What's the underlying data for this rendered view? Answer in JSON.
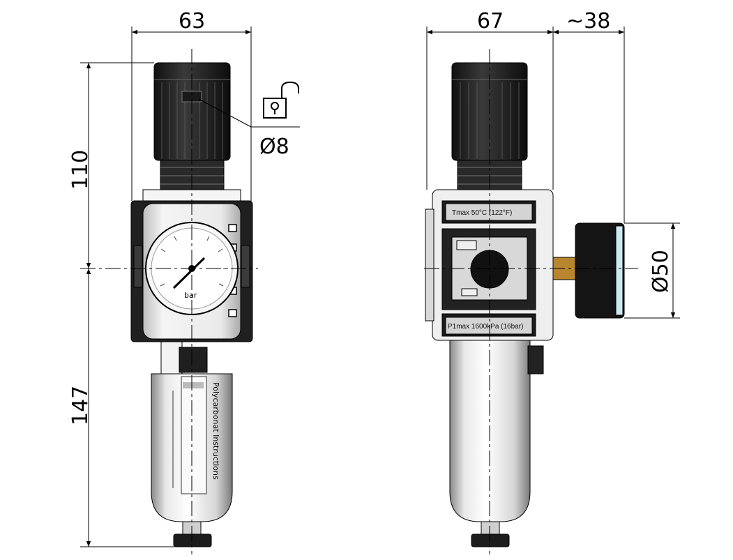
{
  "dimensions": {
    "width_front": "63",
    "width_side": "67",
    "gauge_projection": "~38",
    "height_top": "110",
    "height_bottom": "147",
    "lock_diameter": "Ø8",
    "gauge_diameter": "Ø50"
  },
  "labels": {
    "gauge_unit": "bar",
    "bowl_text": "Polycarbonat Instructions",
    "plate_top": "Tmax 50°C (122°F)",
    "plate_bottom": "P1max 1600kPa (16bar)"
  },
  "icons": {
    "lock": "unlocked-padlock-icon"
  }
}
